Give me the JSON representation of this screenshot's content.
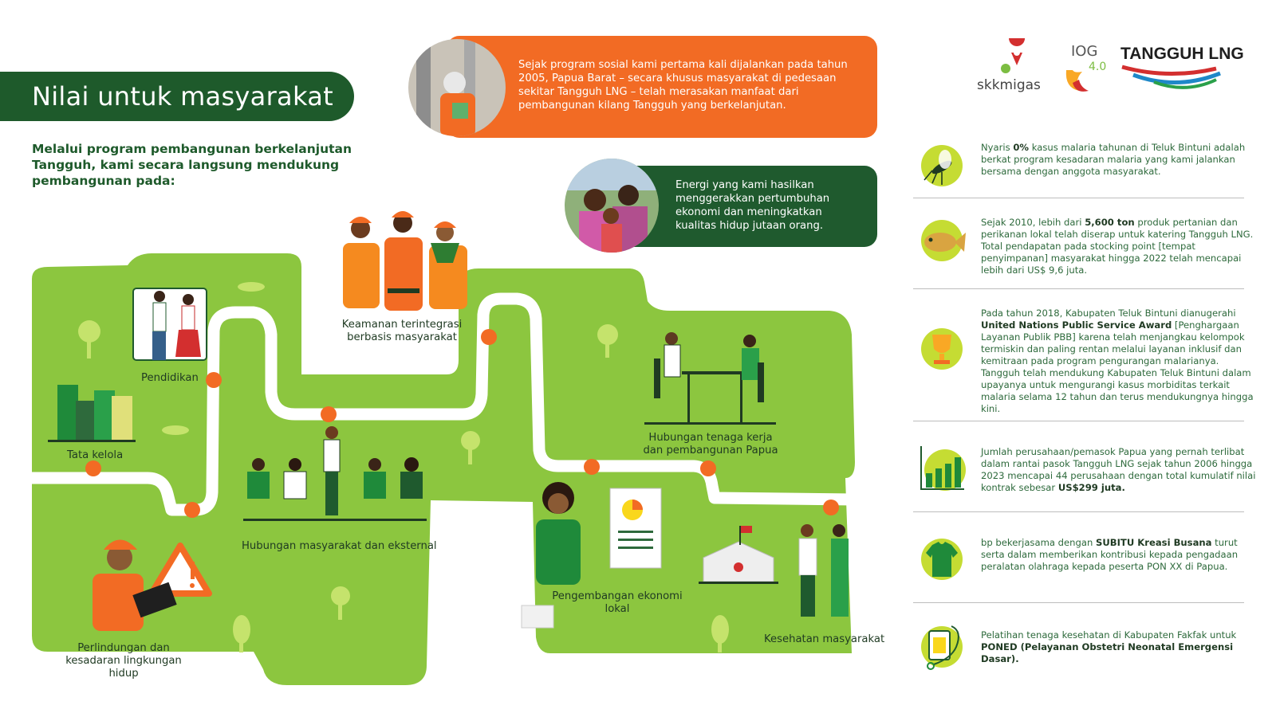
{
  "header": {
    "title": "Nilai untuk masyarakat",
    "intro": "Melalui program pembangunan berkelanjutan Tangguh, kami secara langsung mendukung pembangunan pada:"
  },
  "callouts": {
    "orange": "Sejak program sosial kami pertama kali dijalankan pada tahun 2005, Papua Barat – secara khusus masyarakat di pedesaan sekitar Tangguh LNG – telah merasakan manfaat dari pembangunan kilang Tangguh yang berkelanjutan.",
    "green": "Energi yang kami hasilkan menggerakkan pertumbuhan ekonomi dan meningkatkan kualitas hidup jutaan orang."
  },
  "logos": {
    "skkmigas": "skkmigas",
    "iog": "IOG",
    "iog_sub": "4.0",
    "tangguh": "TANGGUH LNG"
  },
  "map_labels": {
    "pendidikan": "Pendidikan",
    "tata_kelola": "Tata kelola",
    "keamanan": "Keamanan terintegrasi berbasis masyarakat",
    "hubungan_tenaga_kerja": "Hubungan tenaga kerja dan pembangunan Papua",
    "hubungan_masyarakat": "Hubungan masyarakat dan eksternal",
    "perlindungan": "Perlindungan dan kesadaran lingkungan hidup",
    "ekonomi_lokal": "Pengembangan ekonomi lokal",
    "kesehatan": "Kesehatan masyarakat"
  },
  "facts": [
    {
      "icon": "mosquito-icon",
      "pre": "Nyaris ",
      "bold": "0%",
      "post": " kasus malaria tahunan di Teluk Bintuni adalah berkat program kesadaran malaria yang kami jalankan bersama dengan anggota masyarakat."
    },
    {
      "icon": "fish-icon",
      "pre": "Sejak 2010, lebih dari ",
      "bold": "5,600 ton",
      "post": " produk pertanian dan perikanan lokal telah diserap untuk katering Tangguh LNG. Total pendapatan pada stocking point [tempat penyimpanan] masyarakat hingga 2022 telah mencapai lebih dari US$ 9,6 juta."
    },
    {
      "icon": "trophy-icon",
      "pre": "Pada tahun 2018, Kabupaten Teluk Bintuni dianugerahi ",
      "bold": "United Nations Public Service Award",
      "post": " [Penghargaan Layanan Publik PBB] karena telah menjangkau kelompok termiskin dan paling rentan melalui layanan inklusif dan kemitraan pada program pengurangan malarianya. Tangguh telah mendukung Kabupaten Teluk Bintuni dalam upayanya untuk mengurangi kasus morbiditas terkait malaria selama 12 tahun dan terus mendukungnya hingga kini."
    },
    {
      "icon": "bar-chart-icon",
      "pre": "Jumlah perusahaan/pemasok Papua yang pernah terlibat dalam rantai pasok Tangguh LNG sejak tahun 2006 hingga 2023 mencapai 44 perusahaan dengan total kumulatif nilai kontrak sebesar ",
      "bold": "US$299 juta.",
      "post": ""
    },
    {
      "icon": "shirt-icon",
      "pre": "bp bekerjasama dengan ",
      "bold": "SUBITU Kreasi Busana",
      "post": " turut serta dalam memberikan kontribusi kepada pengadaan peralatan olahraga kepada peserta PON XX di Papua."
    },
    {
      "icon": "clipboard-stethoscope-icon",
      "pre": "Pelatihan tenaga kesehatan di Kabupaten Fakfak untuk ",
      "bold": "PONED (Pelayanan Obstetri Neonatal Emergensi Dasar).",
      "post": ""
    }
  ],
  "colors": {
    "dark_green": "#1e5a2b",
    "map_green": "#8cc63f",
    "orange": "#f26b24",
    "fact_text": "#2e6a3c"
  }
}
